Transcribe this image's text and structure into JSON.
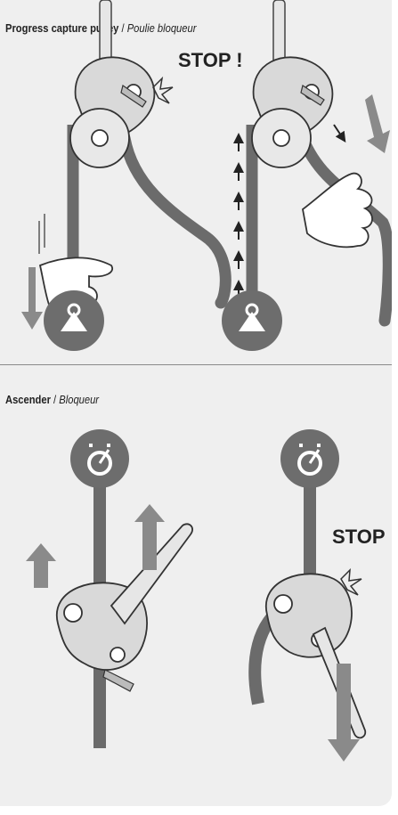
{
  "sections": [
    {
      "title_en": "Progress capture pulley",
      "separator": " / ",
      "title_fr": "Poulie bloqueur"
    },
    {
      "title_en": "Ascender",
      "separator": " / ",
      "title_fr": "Bloqueur"
    }
  ],
  "stop_label": "STOP !",
  "colors": {
    "background": "#efefef",
    "rope": "#6b6b6b",
    "device": "#d9d9d9",
    "badge": "#6d6d6d",
    "arrow": "#8a8a8a",
    "outline": "#333333"
  },
  "icons": [
    "carabiner-icon",
    "ascender-symbol-icon",
    "up-arrow-icon",
    "down-arrow-icon"
  ]
}
